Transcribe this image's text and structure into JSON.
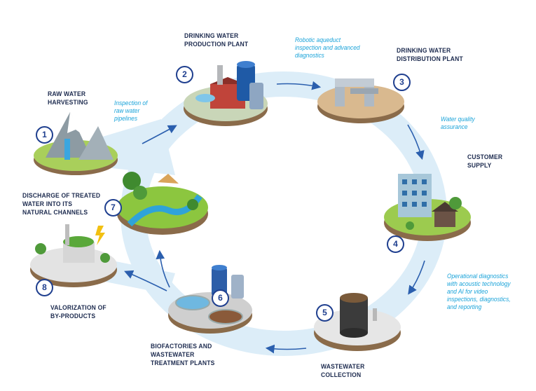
{
  "stages": [
    {
      "number": "1",
      "label": "RAW WATER\nHARVESTING"
    },
    {
      "number": "2",
      "label": "DRINKING WATER\nPRODUCTION PLANT"
    },
    {
      "number": "3",
      "label": "DRINKING WATER\nDISTRIBUTION PLANT"
    },
    {
      "number": "4",
      "label": "CUSTOMER\nSUPPLY"
    },
    {
      "number": "5",
      "label": "WASTEWATER\nCOLLECTION"
    },
    {
      "number": "6",
      "label": "BIOFACTORIES AND\nWASTEWATER\nTREATMENT PLANTS"
    },
    {
      "number": "7",
      "label": "DISCHARGE OF TREATED\nWATER INTO ITS\nNATURAL CHANNELS"
    },
    {
      "number": "8",
      "label": "VALORIZATION OF\nBY-PRODUCTS"
    }
  ],
  "annotations": {
    "raw_water_inspection": "Inspection of\nraw water\npipelines",
    "aqueduct_inspection": "Robotic aqueduct\ninspection and advanced\ndiagnostics",
    "quality_assurance": "Water quality\nassurance",
    "operational_diagnostics": "Operational diagnostics\nwith acoustic technology\nand AI for video\ninspections, diagnostics,\nand reporting"
  },
  "colors": {
    "ring": "#d9ecf8",
    "arrow": "#2b5fae",
    "badge": "#1f3f8f",
    "label": "#1d2b4f",
    "annotation": "#1aa3d9"
  }
}
